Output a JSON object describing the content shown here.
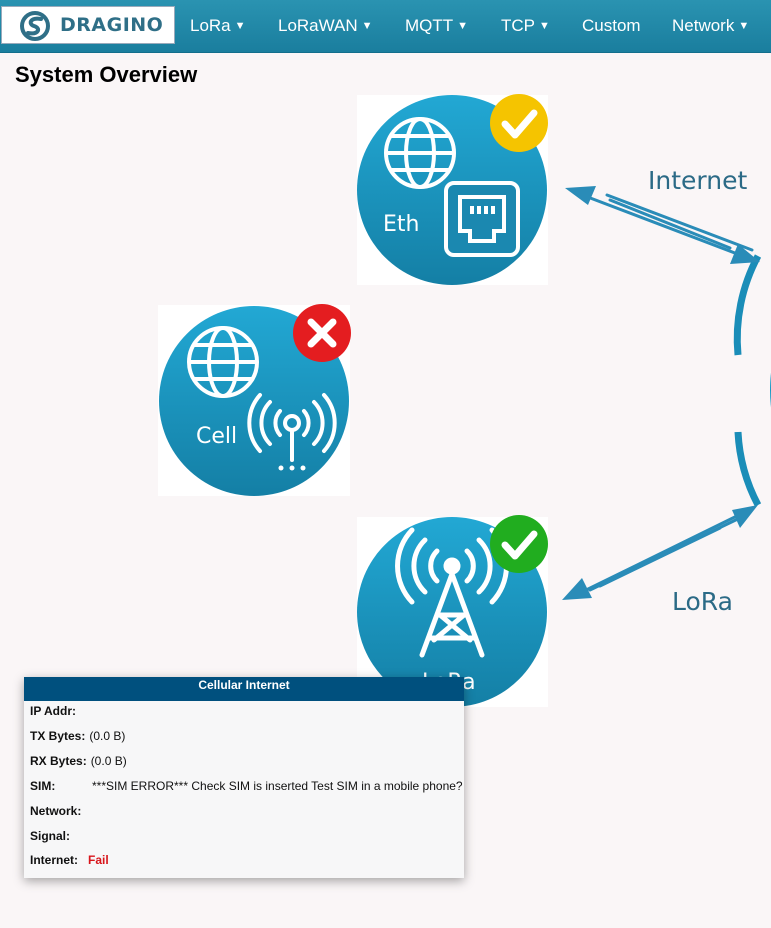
{
  "brand": {
    "name": "DRAGINO"
  },
  "nav": {
    "items": [
      {
        "label": "LoRa",
        "has_caret": true
      },
      {
        "label": "LoRaWAN",
        "has_caret": true
      },
      {
        "label": "MQTT",
        "has_caret": true
      },
      {
        "label": "TCP",
        "has_caret": true
      },
      {
        "label": "Custom",
        "has_caret": false
      },
      {
        "label": "Network",
        "has_caret": true
      }
    ],
    "caret_glyph": "▼"
  },
  "page": {
    "title": "System Overview"
  },
  "diagram": {
    "internet_label": "Internet",
    "lora_label": "LoRa",
    "nodes": [
      {
        "label": "Eth",
        "status": "ok",
        "icons": [
          "globe-icon",
          "ethernet-port-icon"
        ]
      },
      {
        "label": "Cell",
        "status": "error",
        "icons": [
          "globe-icon",
          "antenna-icon"
        ]
      },
      {
        "label": "LoRa",
        "status": "ok",
        "icons": [
          "radio-tower-icon"
        ]
      }
    ],
    "colors": {
      "node": "#1a9ac4",
      "ok_eth": "#f5c400",
      "ok_lora": "#21ad1f",
      "error": "#e41d20",
      "accent": "#2b8db5"
    }
  },
  "panel": {
    "title": "Cellular Internet",
    "rows": [
      {
        "label": "IP Addr:",
        "value": ""
      },
      {
        "label": "TX Bytes:",
        "value": "(0.0 B)"
      },
      {
        "label": "RX Bytes:",
        "value": "(0.0 B)"
      },
      {
        "label": "SIM:",
        "value": "***SIM ERROR*** Check SIM is inserted Test SIM in a mobile phone?"
      },
      {
        "label": "Network:",
        "value": ""
      },
      {
        "label": "Signal:",
        "value": ""
      },
      {
        "label": "Internet:",
        "value": "Fail"
      }
    ]
  }
}
